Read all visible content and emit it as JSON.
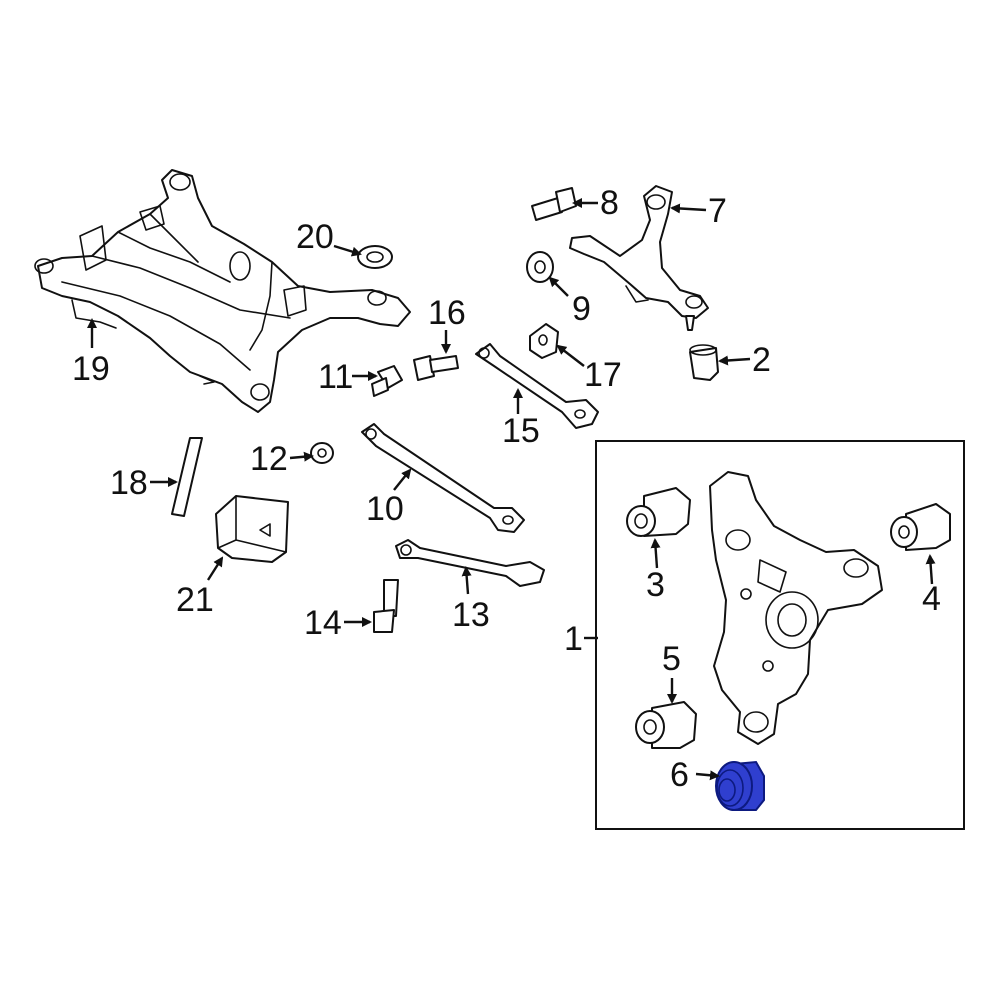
{
  "diagram": {
    "callouts": {
      "c1": "1",
      "c2": "2",
      "c3": "3",
      "c4": "4",
      "c5": "5",
      "c6": "6",
      "c7": "7",
      "c8": "8",
      "c9": "9",
      "c10": "10",
      "c11": "11",
      "c12": "12",
      "c13": "13",
      "c14": "14",
      "c15": "15",
      "c16": "16",
      "c17": "17",
      "c18": "18",
      "c19": "19",
      "c20": "20",
      "c21": "21"
    },
    "colors": {
      "line": "#111111",
      "background": "#ffffff",
      "highlight_fill": "#2f3fcf",
      "highlight_stroke": "#0d1a80"
    }
  }
}
